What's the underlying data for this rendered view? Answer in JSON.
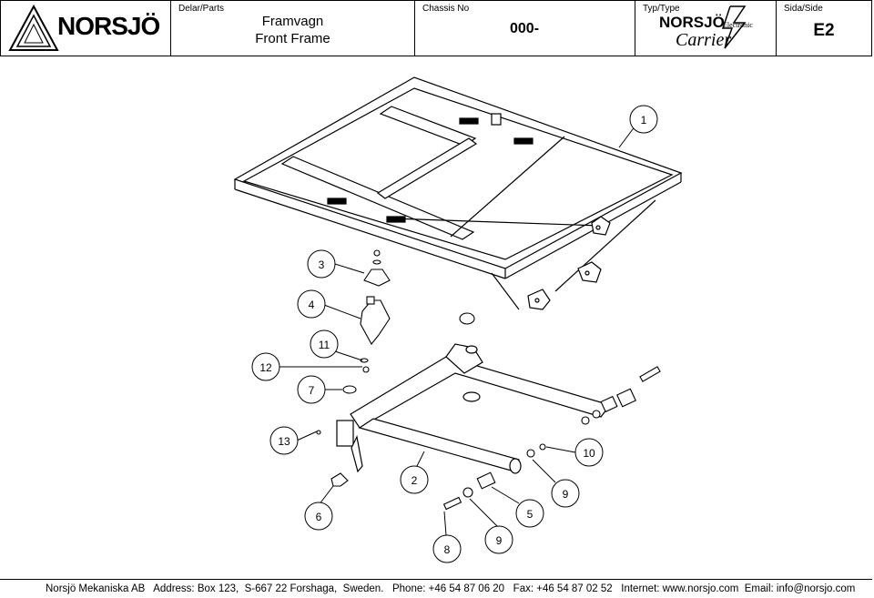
{
  "header": {
    "brand": "NORSJÖ",
    "parts_label": "Delar/Parts",
    "title_sv": "Framvagn",
    "title_en": "Front Frame",
    "chassis_label": "Chassis No",
    "chassis_value": "000-",
    "type_label": "Typ/Type",
    "type_brand": "NORSJÖ",
    "type_sub": "Electronic",
    "type_name": "Carrier",
    "page_label": "Sida/Side",
    "page_value": "E2"
  },
  "callouts": [
    "1",
    "3",
    "4",
    "11",
    "12",
    "7",
    "13",
    "2",
    "6",
    "8",
    "9",
    "5",
    "9",
    "10"
  ],
  "footer": {
    "text": "Norsjö Mekaniska AB   Address: Box 123,  S-667 22 Forshaga,  Sweden.   Phone: +46 54 87 06 20   Fax: +46 54 87 02 52   Internet: www.norsjo.com  Email: info@norsjo.com"
  }
}
